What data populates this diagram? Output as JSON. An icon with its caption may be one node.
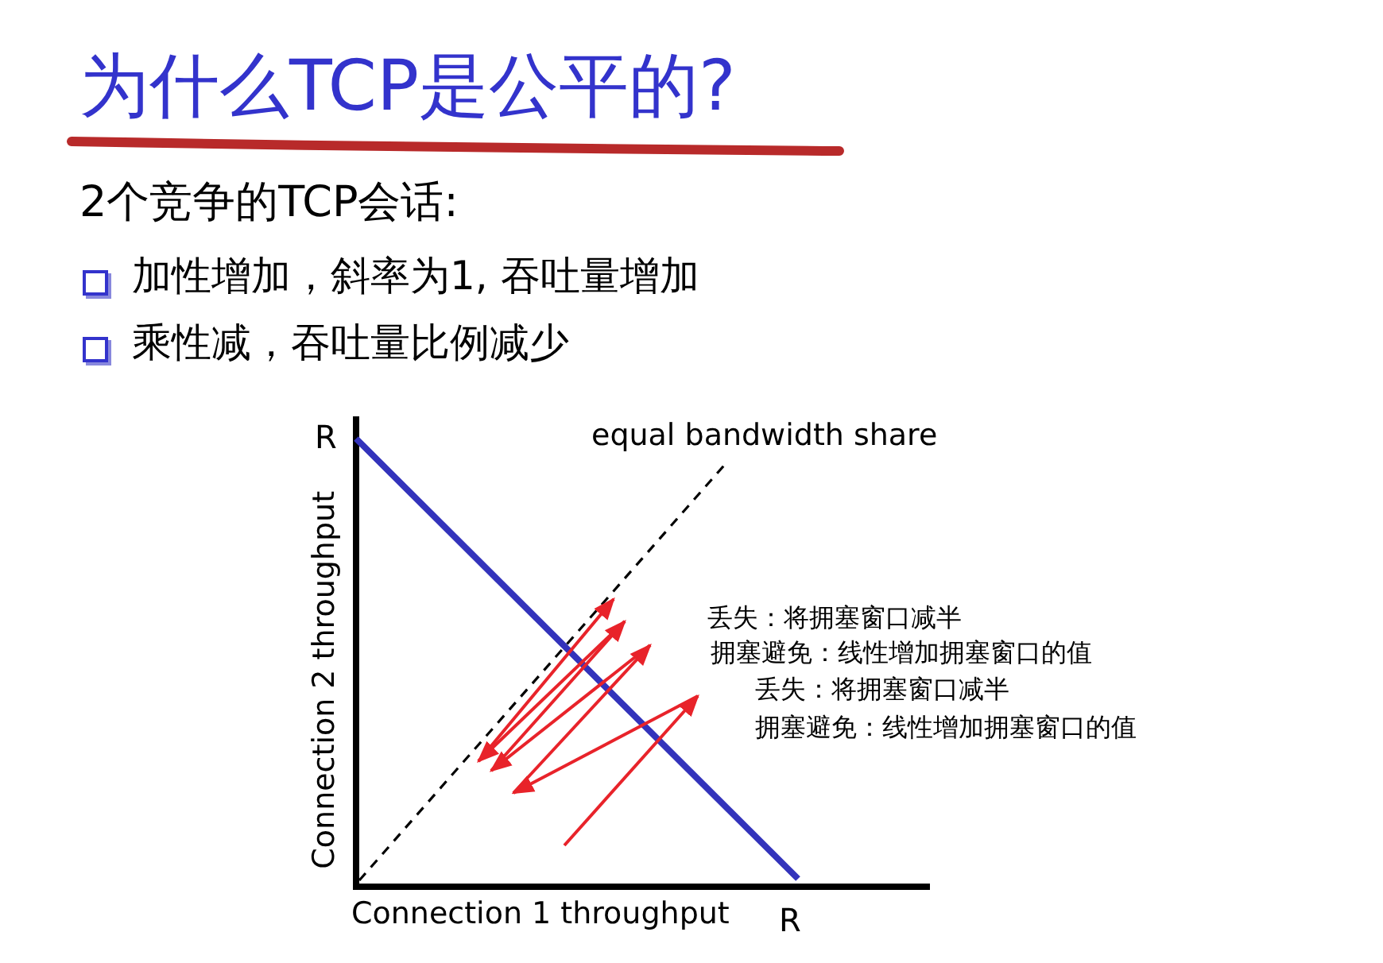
{
  "diagram": {
    "title": "为什么TCP是公平的?",
    "labels": [
      "2个竞争的TCP会话:",
      "加性增加，斜率为1, 吞吐量增加",
      "乘性减，吞吐量比例减少",
      "R",
      "equal bandwidth share",
      "Connection 2 throughput",
      "丢失：将拥塞窗口减半",
      "拥塞避免：线性增加拥塞窗口的值",
      "丢失：将拥塞窗口减半",
      "拥塞避免：线性增加拥塞窗口的值",
      "Connection 1 throughput",
      "R"
    ]
  }
}
